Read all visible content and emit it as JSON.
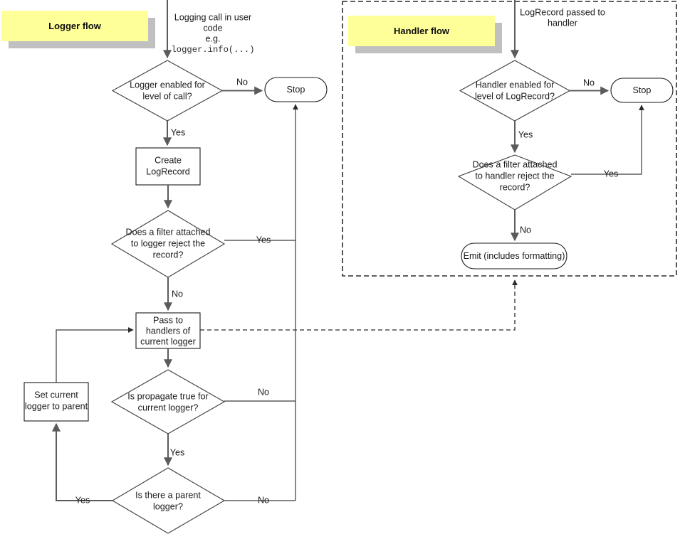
{
  "diagram": {
    "type": "flowchart",
    "description": "Python logging flow: logger flow and handler flow",
    "colors": {
      "title_fill": "#ffff99",
      "title_shadow": "#c0c0c0",
      "shape_stroke": "#3b3b3b",
      "connector": "#5b5b5b",
      "background": "#ffffff"
    }
  },
  "logger_flow": {
    "title": "Logger flow",
    "entry_caption": {
      "line1": "Logging call in user",
      "line2": "code",
      "line3": "e.g.",
      "line4": "logger.info(...)"
    },
    "nodes": {
      "logger_enabled": {
        "line1": "Logger enabled for",
        "line2": "level of call?",
        "shape": "decision"
      },
      "stop": {
        "label": "Stop",
        "shape": "terminator"
      },
      "create_logrecord": {
        "line1": "Create",
        "line2": "LogRecord",
        "shape": "process"
      },
      "logger_filter": {
        "line1": "Does a filter attached",
        "line2": "to logger reject the",
        "line3": "record?",
        "shape": "decision"
      },
      "pass_to_handlers": {
        "line1": "Pass to",
        "line2": "handlers of",
        "line3": "current logger",
        "shape": "process"
      },
      "is_propagate": {
        "line1": "Is propagate true for",
        "line2": "current logger?",
        "shape": "decision"
      },
      "set_parent": {
        "line1": "Set current",
        "line2": "logger to parent",
        "shape": "process"
      },
      "has_parent": {
        "line1": "Is there a parent",
        "line2": "logger?",
        "shape": "decision"
      }
    },
    "edge_labels": {
      "enabled_no": "No",
      "enabled_yes": "Yes",
      "filter_yes": "Yes",
      "filter_no": "No",
      "propagate_no": "No",
      "propagate_yes": "Yes",
      "parent_yes": "Yes",
      "parent_no": "No"
    }
  },
  "handler_flow": {
    "title": "Handler flow",
    "entry_caption": {
      "line1": "LogRecord passed to",
      "line2": "handler"
    },
    "nodes": {
      "handler_enabled": {
        "line1": "Handler enabled for",
        "line2": "level of LogRecord?",
        "shape": "decision"
      },
      "stop": {
        "label": "Stop",
        "shape": "terminator"
      },
      "handler_filter": {
        "line1": "Does a filter attached",
        "line2": "to handler reject the",
        "line3": "record?",
        "shape": "decision"
      },
      "emit": {
        "label": "Emit (includes formatting)",
        "shape": "terminator"
      }
    },
    "edge_labels": {
      "enabled_no": "No",
      "enabled_yes": "Yes",
      "filter_yes": "Yes",
      "filter_no": "No"
    }
  }
}
